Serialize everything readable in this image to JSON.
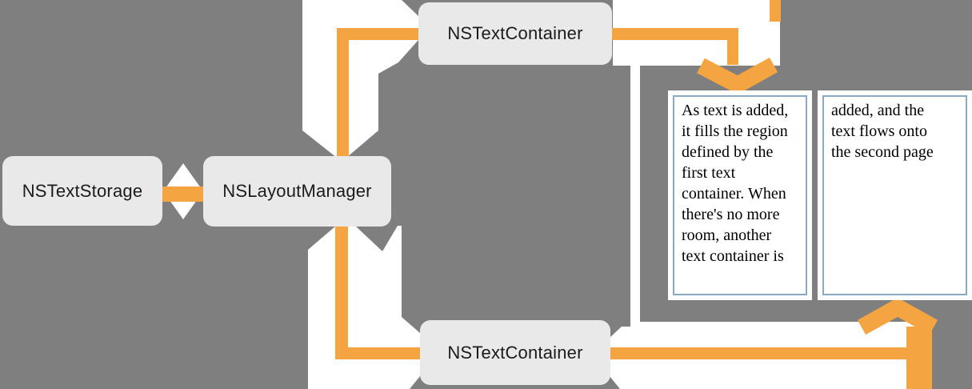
{
  "diagram": {
    "boxes": {
      "text_storage": "NSTextStorage",
      "layout_manager": "NSLayoutManager",
      "text_container_top": "NSTextContainer",
      "text_container_bottom": "NSTextContainer"
    },
    "pages": {
      "page1_text": "As text is added,\nit fills the region\ndefined by the\nfirst text\ncontainer. When\nthere's no more\nroom, another\ntext container is",
      "page2_text": "added, and the\ntext flows onto\nthe second page"
    },
    "edges": [
      {
        "from": "NSTextStorage",
        "to": "NSLayoutManager",
        "style": "bidirectional-diamond"
      },
      {
        "from": "NSLayoutManager",
        "to": "page-1",
        "via": "NSTextContainer-top",
        "style": "arrow-down-into-page"
      },
      {
        "from": "NSLayoutManager",
        "to": "page-2",
        "via": "NSTextContainer-bottom",
        "style": "arrow-up-into-page"
      }
    ],
    "colors": {
      "background": "#7F7F7F",
      "accent_orange": "#F4A441",
      "box_fill": "#E9E9E9",
      "page_border_blue": "#87ABC7",
      "label_text": "#1B1B1B",
      "page_text": "#000000"
    }
  }
}
